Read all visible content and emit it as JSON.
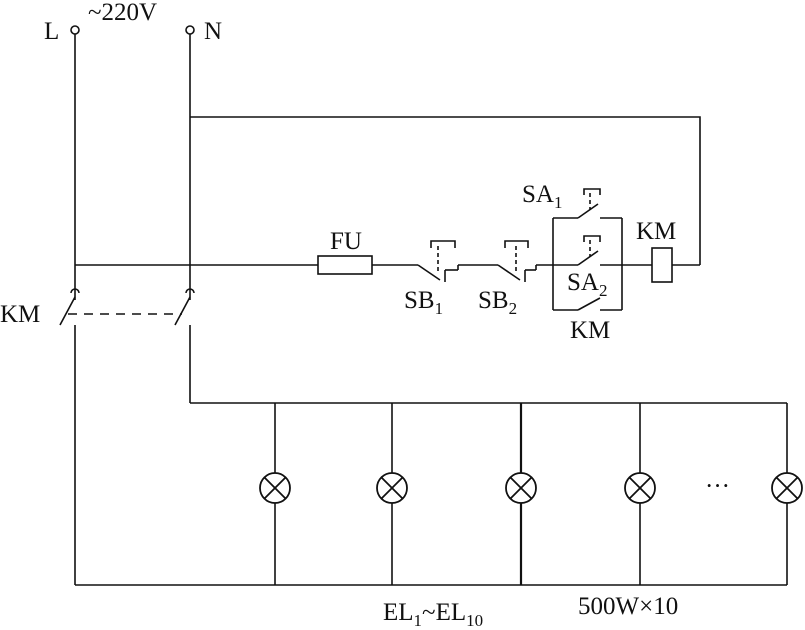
{
  "supply": {
    "L": "L",
    "N": "N",
    "voltage": "~220V"
  },
  "labels": {
    "fu": "FU",
    "km_coil": "KM",
    "km_main": "KM",
    "km_aux": "KM",
    "sa1_main": "SA",
    "sa1_sub": "1",
    "sa2_main": "SA",
    "sa2_sub": "2",
    "sb1_main": "SB",
    "sb1_sub": "1",
    "sb2_main": "SB",
    "sb2_sub": "2",
    "lamps_a_main": "EL",
    "lamps_a_sub": "1",
    "lamps_tilde": "~",
    "lamps_b_main": "EL",
    "lamps_b_sub": "10",
    "lamp_rating": "500W×10",
    "ellipsis": "···"
  }
}
